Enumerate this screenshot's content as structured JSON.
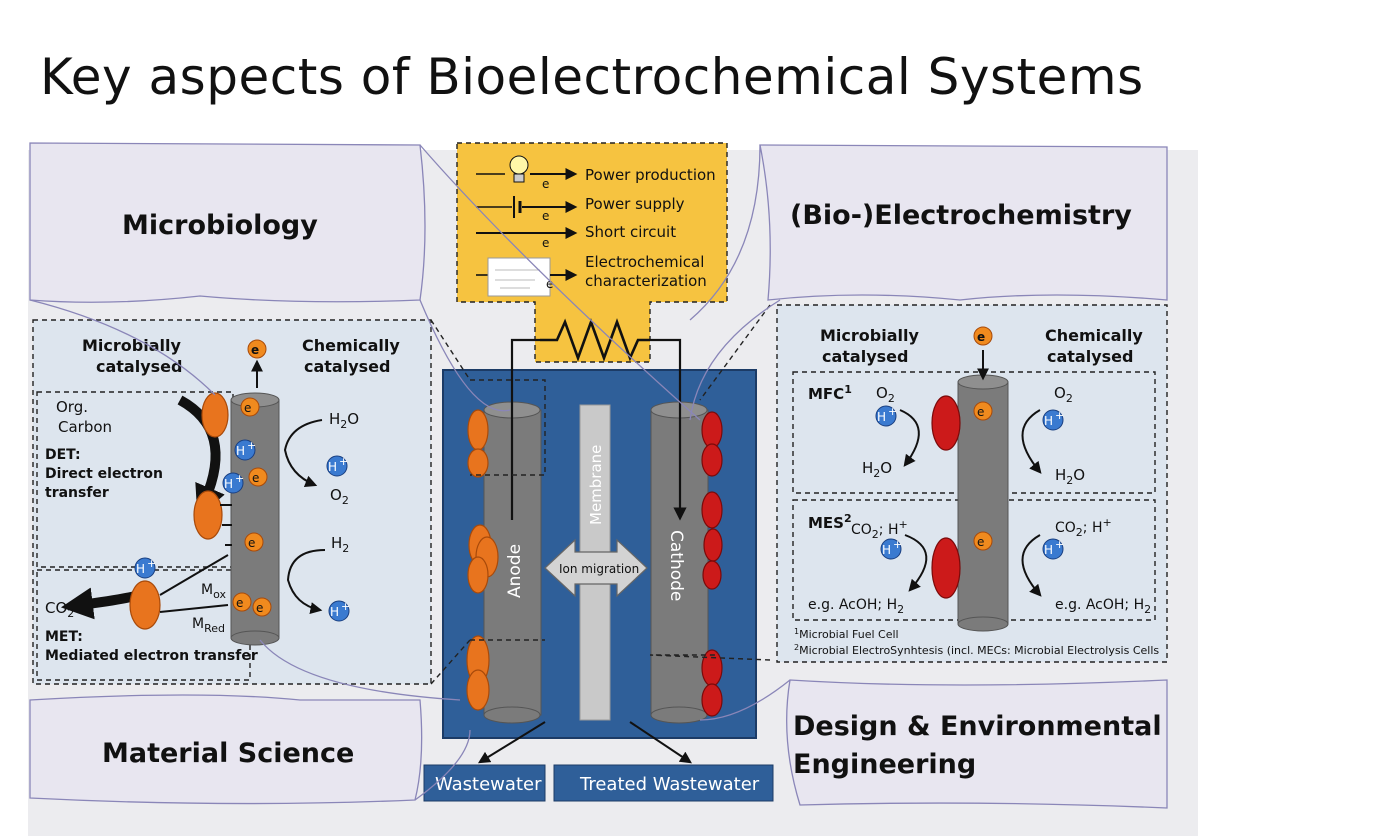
{
  "title": "Key aspects of Bioelectrochemical Systems",
  "sections": {
    "microbiology": "Microbiology",
    "electrochemistry": "(Bio-)Electrochemistry",
    "material_science": "Material Science",
    "design_line1": "Design & Environmental",
    "design_line2": "Engineering"
  },
  "circuit_box": {
    "e_label": "e",
    "power_production": "Power production",
    "power_supply": "Power supply",
    "short_circuit": "Short circuit",
    "ec_line1": "Electrochemical",
    "ec_line2": "characterization"
  },
  "reactor": {
    "anode": "Anode",
    "cathode": "Cathode",
    "membrane": "Membrane",
    "ion_migration": "Ion migration",
    "wastewater": "Wastewater",
    "treated_wastewater": "Treated Wastewater"
  },
  "left_panel": {
    "micro_line1": "Microbially",
    "micro_line2": "catalysed",
    "chem_line1": "Chemically",
    "chem_line2": "catalysed",
    "org_line1": "Org.",
    "org_line2": "Carbon",
    "det_title": "DET:",
    "det_line1": "Direct electron",
    "det_line2": "transfer",
    "met_title": "MET:",
    "met_text": "Mediated electron transfer",
    "h2o": "H",
    "o2": "O",
    "h2": "H",
    "co2": "CO",
    "sub2": "2",
    "h_plus": "H",
    "plus": "+",
    "e": "e",
    "mox": "M",
    "ox": "ox",
    "mred": "M",
    "red": "Red"
  },
  "right_panel": {
    "micro_line1": "Microbially",
    "micro_line2": "catalysed",
    "chem_line1": "Chemically",
    "chem_line2": "catalysed",
    "mfc": "MFC",
    "mes": "MES",
    "sup1": "1",
    "sup2": "2",
    "o2": "O",
    "h2o": "H",
    "co2_h": "CO",
    "co2_h_tail": "; H",
    "acoh": "e.g. AcOH; H",
    "sub2": "2",
    "h_plus": "H",
    "plus": "+",
    "e": "e",
    "foot1": "Microbial Fuel Cell",
    "foot2": "Microbial ElectroSynhtesis (incl. MECs: Microbial Electrolysis Cells"
  }
}
